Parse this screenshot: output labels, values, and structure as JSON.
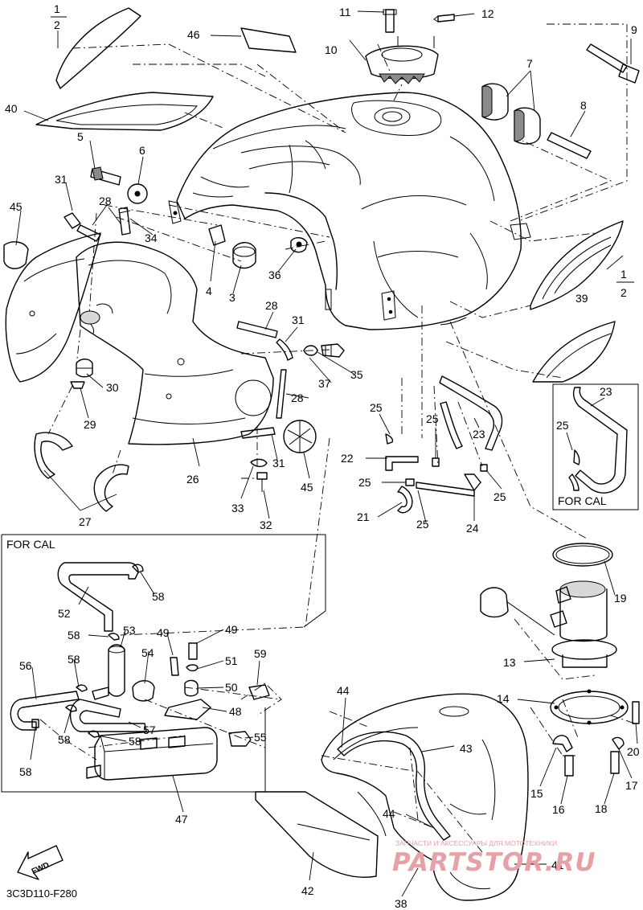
{
  "callouts": {
    "c1a": "1",
    "c2a": "2",
    "c1b": "1",
    "c2b": "2",
    "c3": "3",
    "c4": "4",
    "c5": "5",
    "c6": "6",
    "c7": "7",
    "c8": "8",
    "c9": "9",
    "c10": "10",
    "c11": "11",
    "c12": "12",
    "c13": "13",
    "c14": "14",
    "c15": "15",
    "c16": "16",
    "c17": "17",
    "c18": "18",
    "c19": "19",
    "c20": "20",
    "c21": "21",
    "c22": "22",
    "c23a": "23",
    "c23b": "23",
    "c24": "24",
    "c25a": "25",
    "c25b": "25",
    "c25c": "25",
    "c25d": "25",
    "c25e": "25",
    "c25f": "25",
    "c26": "26",
    "c27": "27",
    "c28a": "28",
    "c28b": "28",
    "c28c": "28",
    "c29": "29",
    "c30": "30",
    "c31a": "31",
    "c31b": "31",
    "c31c": "31",
    "c32": "32",
    "c33": "33",
    "c34": "34",
    "c35": "35",
    "c36": "36",
    "c37": "37",
    "c38": "38",
    "c39": "39",
    "c40": "40",
    "c41": "41",
    "c42": "42",
    "c43": "43",
    "c44a": "44",
    "c44b": "44",
    "c45a": "45",
    "c45b": "45",
    "c46": "46",
    "c47": "47",
    "c48": "48",
    "c49a": "49",
    "c49b": "49",
    "c50": "50",
    "c51": "51",
    "c52": "52",
    "c53": "53",
    "c54": "54",
    "c55": "55",
    "c56": "56",
    "c57": "57",
    "c58a": "58",
    "c58b": "58",
    "c58c": "58",
    "c58d": "58",
    "c58e": "58",
    "c58f": "58",
    "c59": "59"
  },
  "boxes": {
    "for_cal_small": "FOR CAL",
    "for_cal_large": "FOR CAL"
  },
  "fwd_label": "FWD",
  "diagram_code": "3C3D110-F280",
  "watermark": {
    "tagline": "ЗАПЧАСТИ И АКСЕССУАРЫ ДЛЯ МОТОТЕХНИКИ",
    "brand": "PARTSTOR.RU"
  }
}
